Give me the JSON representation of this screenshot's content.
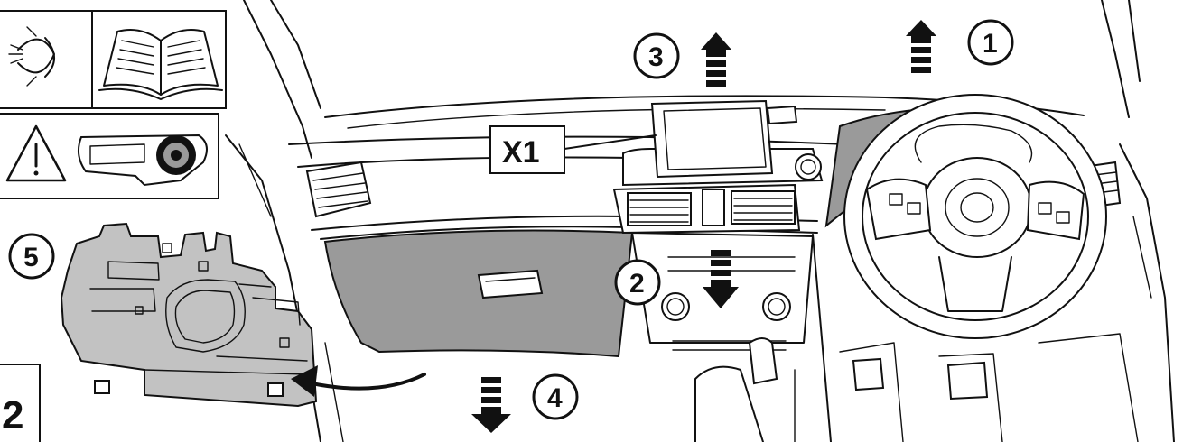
{
  "diagram": {
    "steps": [
      {
        "id": "step-1",
        "label": "1",
        "direction": "up"
      },
      {
        "id": "step-2",
        "label": "2",
        "direction": "down"
      },
      {
        "id": "step-3",
        "label": "3",
        "direction": "up"
      },
      {
        "id": "step-4",
        "label": "4",
        "direction": "down"
      },
      {
        "id": "step-5",
        "label": "5"
      }
    ],
    "callout": {
      "label": "X1"
    },
    "page_number": "2",
    "colors": {
      "line": "#111111",
      "highlight_gray": "#9a9a9a",
      "light_gray": "#c2c2c2",
      "background": "#ffffff"
    },
    "icons": [
      "eye-icon",
      "manual-book-icon",
      "warning-icon",
      "airbag-dashboard-icon"
    ]
  }
}
